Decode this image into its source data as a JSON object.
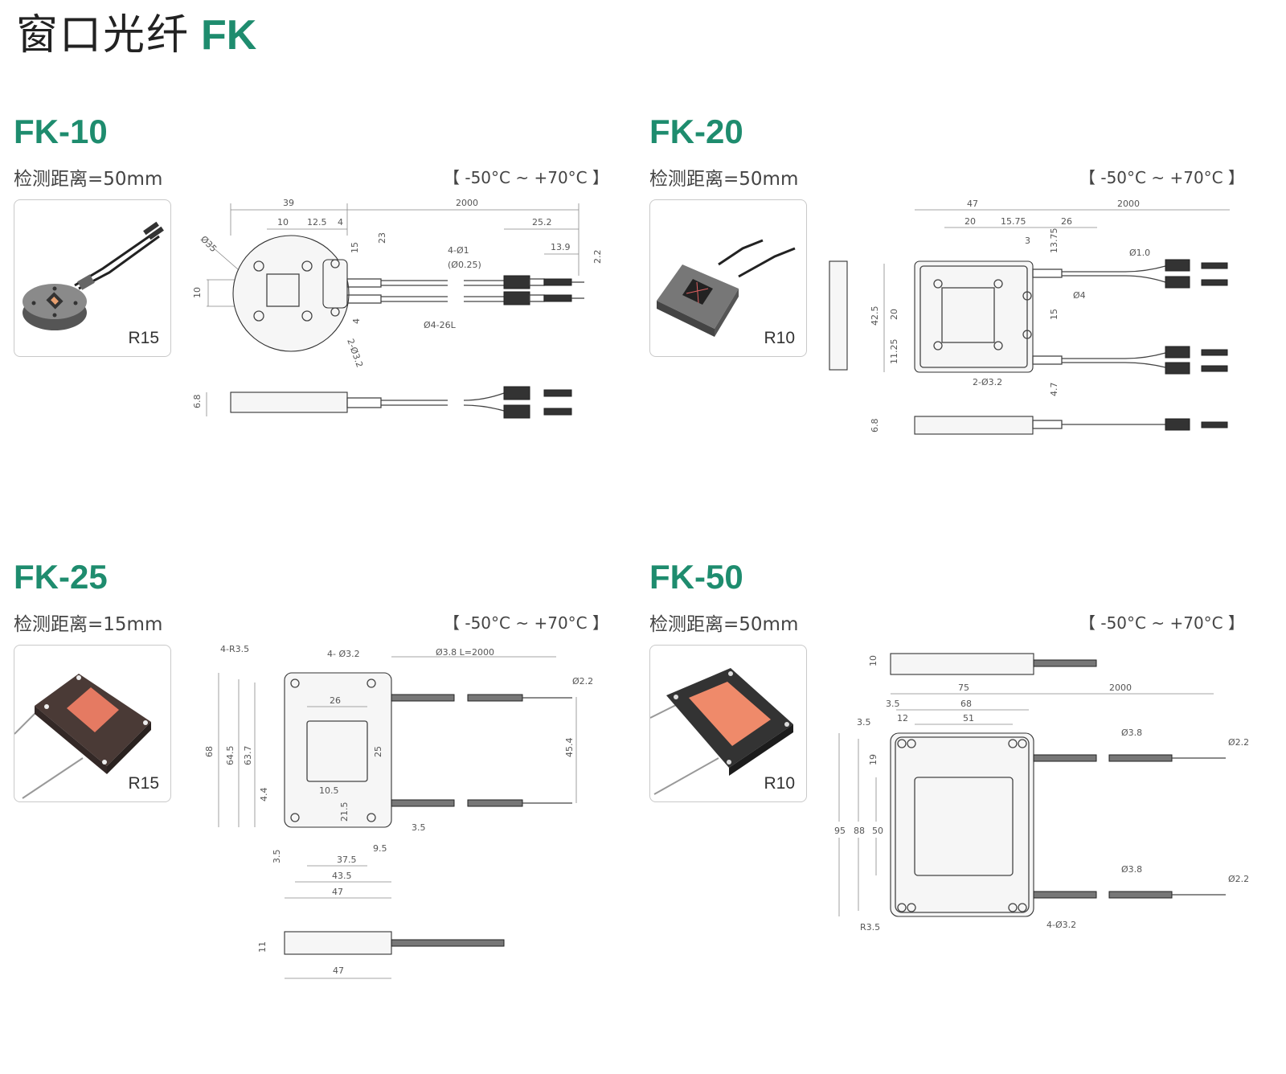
{
  "header": {
    "title": "窗口光纤",
    "title_accent": "FK"
  },
  "sections": [
    {
      "model": "FK-10",
      "distance": "检测距离=50mm",
      "temp": "【 -50°C ~ +70°C 】",
      "radius": "R15",
      "dims": {
        "d39": "39",
        "d2000": "2000",
        "d10": "10",
        "d12_5": "12.5",
        "d4a": "4",
        "d25_2": "25.2",
        "d15": "15",
        "d23": "23",
        "d4b": "4",
        "d13_9": "13.9",
        "d2_2": "2.2",
        "d35": "Ø35",
        "h10": "10",
        "h6_8": "6.8",
        "hole1": "4-Ø1",
        "hole2": "(Ø0.25)",
        "tube": "Ø4-26L",
        "mount": "2-Ø3.2"
      }
    },
    {
      "model": "FK-20",
      "distance": "检测距离=50mm",
      "temp": "【 -50°C ~ +70°C 】",
      "radius": "R10",
      "dims": {
        "d47": "47",
        "d2000": "2000",
        "d20": "20",
        "d15_75": "15.75",
        "d26": "26",
        "d3": "3",
        "d13_75": "13.75",
        "d1_0": "Ø1.0",
        "d4": "Ø4",
        "h42_5": "42.5",
        "h20": "20",
        "h11_25": "11.25",
        "h15": "15",
        "h4_7": "4.7",
        "h6_8": "6.8",
        "mount": "2-Ø3.2"
      }
    },
    {
      "model": "FK-25",
      "distance": "检测距离=15mm",
      "temp": "【 -50°C ~ +70°C 】",
      "radius": "R15",
      "dims": {
        "r3_5": "4-R3.5",
        "holes": "4- Ø3.2",
        "cable": "Ø3.8 L=2000",
        "d2_2": "Ø2.2",
        "d26": "26",
        "d25": "25",
        "d10_5": "10.5",
        "d21_5": "21.5",
        "d3_5a": "3.5",
        "d9_5": "9.5",
        "d37_5": "37.5",
        "d43_5": "43.5",
        "d47": "47",
        "h68": "68",
        "h64_5": "64.5",
        "h63_7": "63.7",
        "h4_4": "4.4",
        "h3_5": "3.5",
        "h45_4": "45.4",
        "side_h": "11",
        "side_w": "47"
      }
    },
    {
      "model": "FK-50",
      "distance": "检测距离=50mm",
      "temp": "【 -50°C ~ +70°C 】",
      "radius": "R10",
      "dims": {
        "h10": "10",
        "d75": "75",
        "d2000": "2000",
        "d3_5": "3.5",
        "d3_5b": "3.5",
        "d68": "68",
        "d12": "12",
        "d51": "51",
        "d3_8a": "Ø3.8",
        "d2_2a": "Ø2.2",
        "d3_8b": "Ø3.8",
        "d2_2b": "Ø2.2",
        "h19": "19",
        "h95": "95",
        "h88": "88",
        "h50": "50",
        "r3_5": "R3.5",
        "holes": "4-Ø3.2"
      }
    }
  ]
}
